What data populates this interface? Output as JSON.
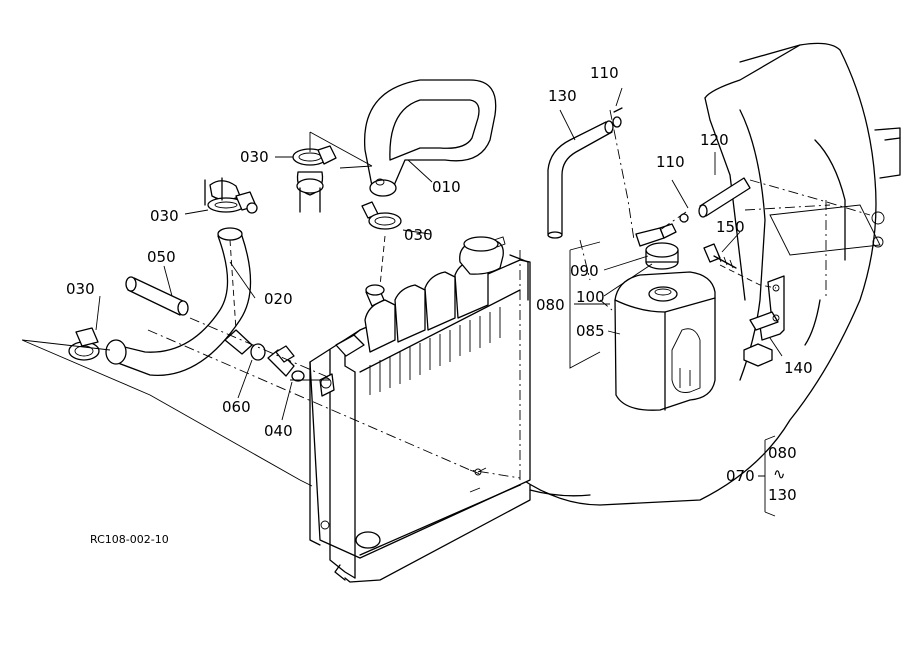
{
  "labels": {
    "p010": "010",
    "p020": "020",
    "p030a": "030",
    "p030b": "030",
    "p030c": "030",
    "p030d": "030",
    "p040": "040",
    "p050": "050",
    "p060": "060",
    "p070": "070",
    "p080a": "080",
    "p080b": "080",
    "p085": "085",
    "p090": "090",
    "p100": "100",
    "p110a": "110",
    "p110b": "110",
    "p120": "120",
    "p130a": "130",
    "p130b": "130",
    "p140": "140",
    "p150": "150",
    "range_tilde": "∿"
  },
  "drawing_code": "RC108-002-10"
}
